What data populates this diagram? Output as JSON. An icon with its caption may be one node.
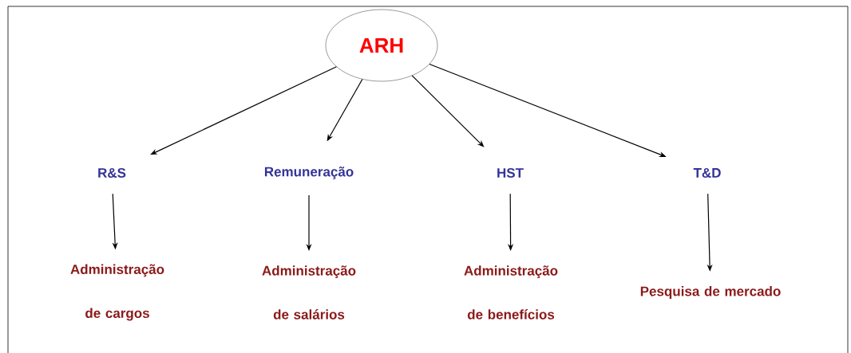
{
  "diagram": {
    "nodes": [
      {
        "text": [
          "ARH"
        ]
      },
      {
        "text": [
          "R&S"
        ]
      },
      {
        "text": [
          "Remuneração"
        ]
      },
      {
        "text": [
          "HST"
        ]
      },
      {
        "text": [
          "T&D"
        ]
      },
      {
        "text": [
          "Administração de cargos"
        ]
      },
      {
        "text": [
          "Administração de salários"
        ]
      },
      {
        "text": [
          "Administração de benefícios"
        ]
      },
      {
        "text": [
          "Pesquisa de mercado"
        ]
      }
    ],
    "edges": [
      {
        "from": 0,
        "to": 1,
        "arrow": "to"
      },
      {
        "from": 0,
        "to": 2,
        "arrow": "to"
      },
      {
        "from": 0,
        "to": 3,
        "arrow": "to"
      },
      {
        "from": 0,
        "to": 4,
        "arrow": "to"
      },
      {
        "from": 1,
        "to": 5,
        "arrow": "to"
      },
      {
        "from": 2,
        "to": 6,
        "arrow": "to"
      },
      {
        "from": 3,
        "to": 7,
        "arrow": "to"
      },
      {
        "from": 4,
        "to": 8,
        "arrow": "to"
      }
    ]
  }
}
